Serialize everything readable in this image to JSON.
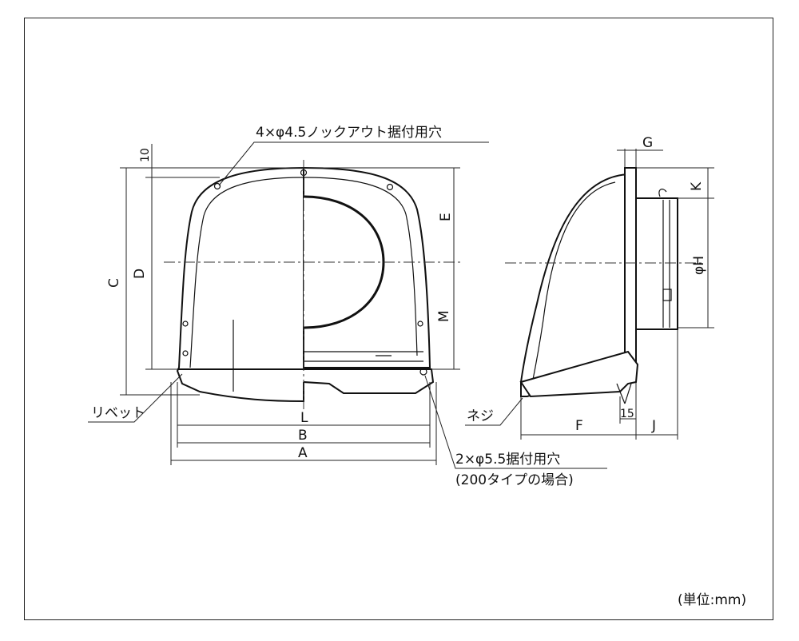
{
  "labels": {
    "knockout_holes": "4×φ4.5ノックアウト据付用穴",
    "rivet": "リベット",
    "mount_holes": "2×φ5.5据付用穴",
    "mount_holes_note": "(200タイプの場合)",
    "screw": "ネジ",
    "unit": "(単位:mm)"
  },
  "dimensions": {
    "A": "A",
    "B": "B",
    "C": "C",
    "D": "D",
    "E": "E",
    "F": "F",
    "G": "G",
    "H": "φH",
    "J": "J",
    "K": "K",
    "L": "L",
    "M": "M",
    "ten": "10",
    "fifteen": "15"
  }
}
